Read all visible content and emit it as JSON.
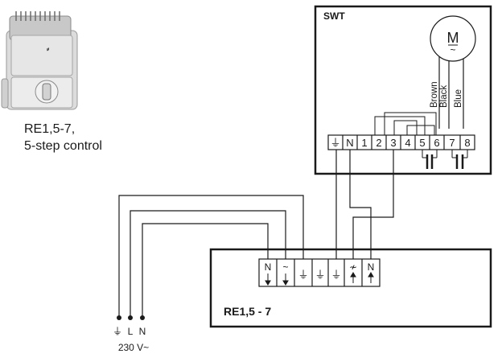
{
  "product_caption": {
    "line1": "RE1,5-7,",
    "line2": "5-step control"
  },
  "swt_box": {
    "title": "SWT",
    "motor_symbol": "M",
    "motor_wave": "~",
    "wire_labels": [
      "Brown",
      "Black",
      "Blue"
    ],
    "terminals": [
      "⏚",
      "N",
      "1",
      "2",
      "3",
      "4",
      "5",
      "6",
      "7",
      "8"
    ]
  },
  "controller_box": {
    "title": "RE1,5 - 7",
    "terminals": [
      "N",
      "~",
      "⏚",
      "⏚",
      "⏚",
      "≁",
      "N"
    ]
  },
  "supply": {
    "labels": [
      "⏚",
      "L",
      "N"
    ],
    "voltage": "230 V~"
  }
}
